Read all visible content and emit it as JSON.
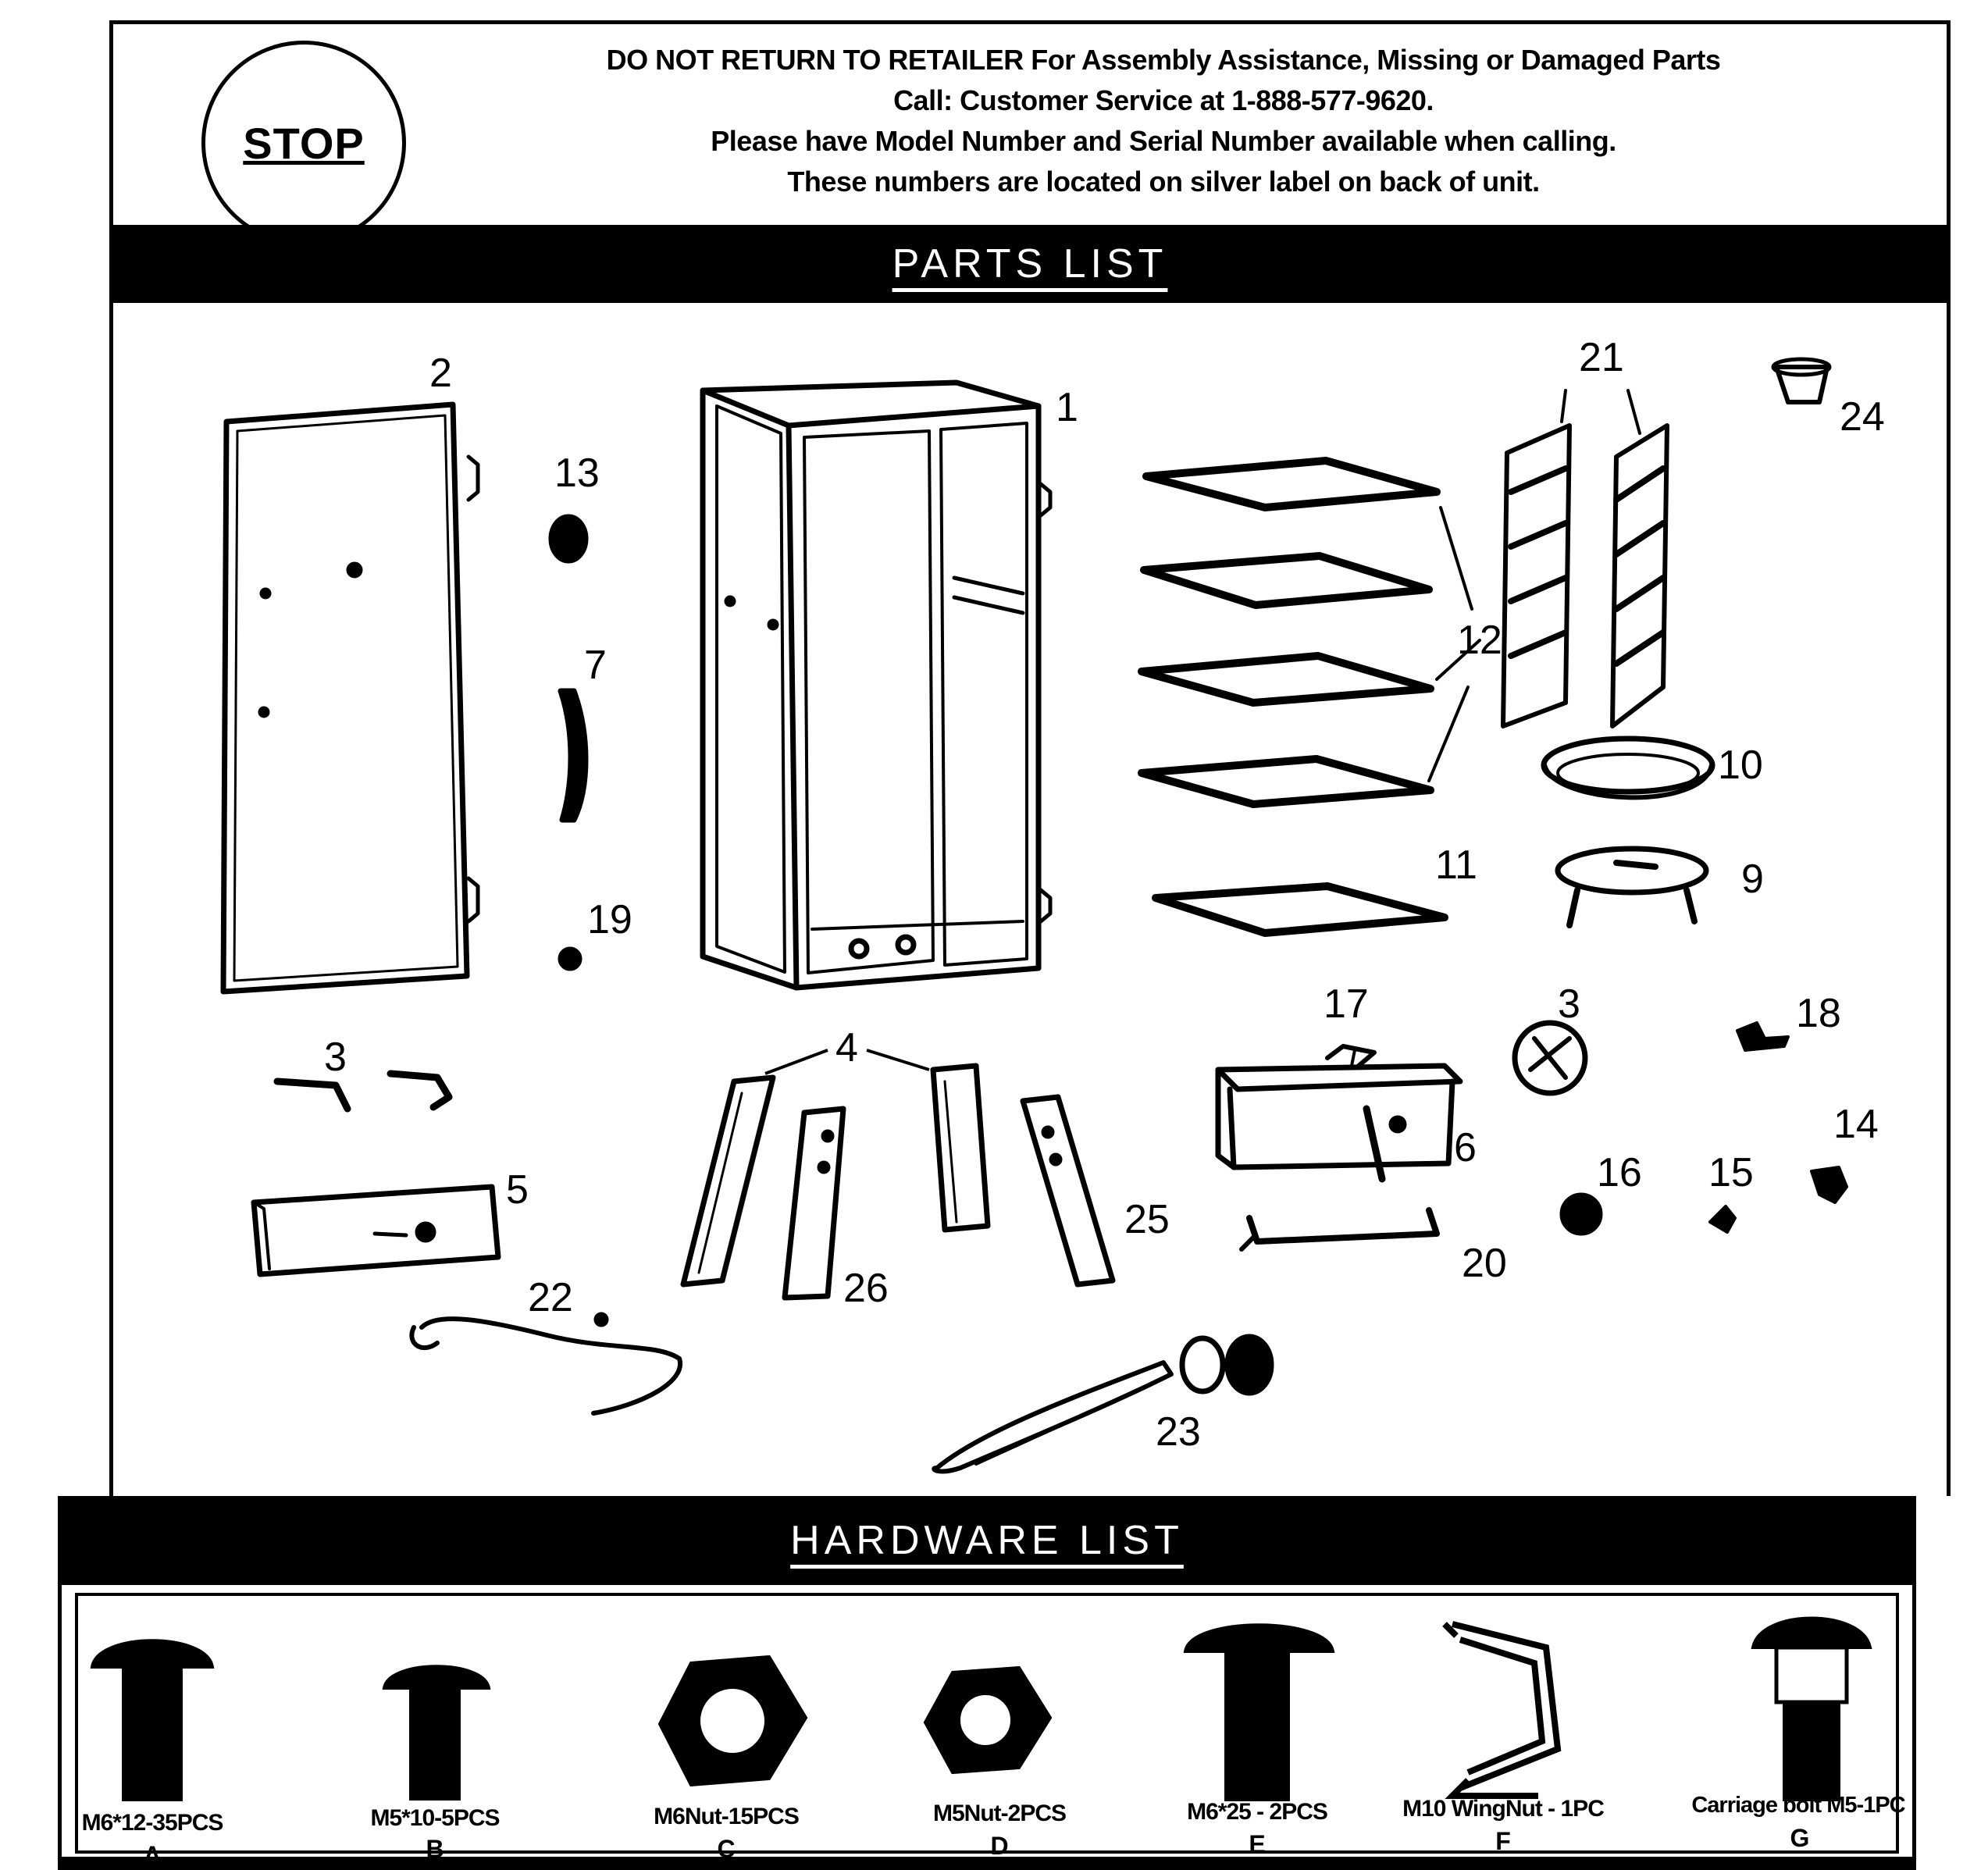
{
  "notice": {
    "stop_label": "STOP",
    "line1": "DO NOT RETURN TO RETAILER For Assembly Assistance, Missing or Damaged Parts",
    "line2": "Call: Customer Service at 1-888-577-9620.",
    "line3": "Please have Model Number and Serial Number available when calling.",
    "line4": "These numbers are located on silver label on back of unit."
  },
  "parts_list": {
    "title": "PARTS LIST",
    "callouts": {
      "p1": "1",
      "p2": "2",
      "p3a": "3",
      "p3b": "3",
      "p4": "4",
      "p5": "5",
      "p6": "6",
      "p7": "7",
      "p9": "9",
      "p10": "10",
      "p11": "11",
      "p12": "12",
      "p13": "13",
      "p14": "14",
      "p15": "15",
      "p16": "16",
      "p17": "17",
      "p18": "18",
      "p19": "19",
      "p20": "20",
      "p21": "21",
      "p22": "22",
      "p23": "23",
      "p24": "24",
      "p25": "25",
      "p26": "26"
    }
  },
  "hardware_list": {
    "title": "HARDWARE LIST",
    "items": [
      {
        "label": "M6*12-35PCS",
        "letter": "A"
      },
      {
        "label": "M5*10-5PCS",
        "letter": "B"
      },
      {
        "label": "M6Nut-15PCS",
        "letter": "C"
      },
      {
        "label": "M5Nut-2PCS",
        "letter": "D"
      },
      {
        "label": "M6*25 - 2PCS",
        "letter": "E"
      },
      {
        "label": "M10 WingNut - 1PC",
        "letter": "F"
      },
      {
        "label": "Carriage bolt M5-1PC",
        "letter": "G"
      }
    ]
  }
}
